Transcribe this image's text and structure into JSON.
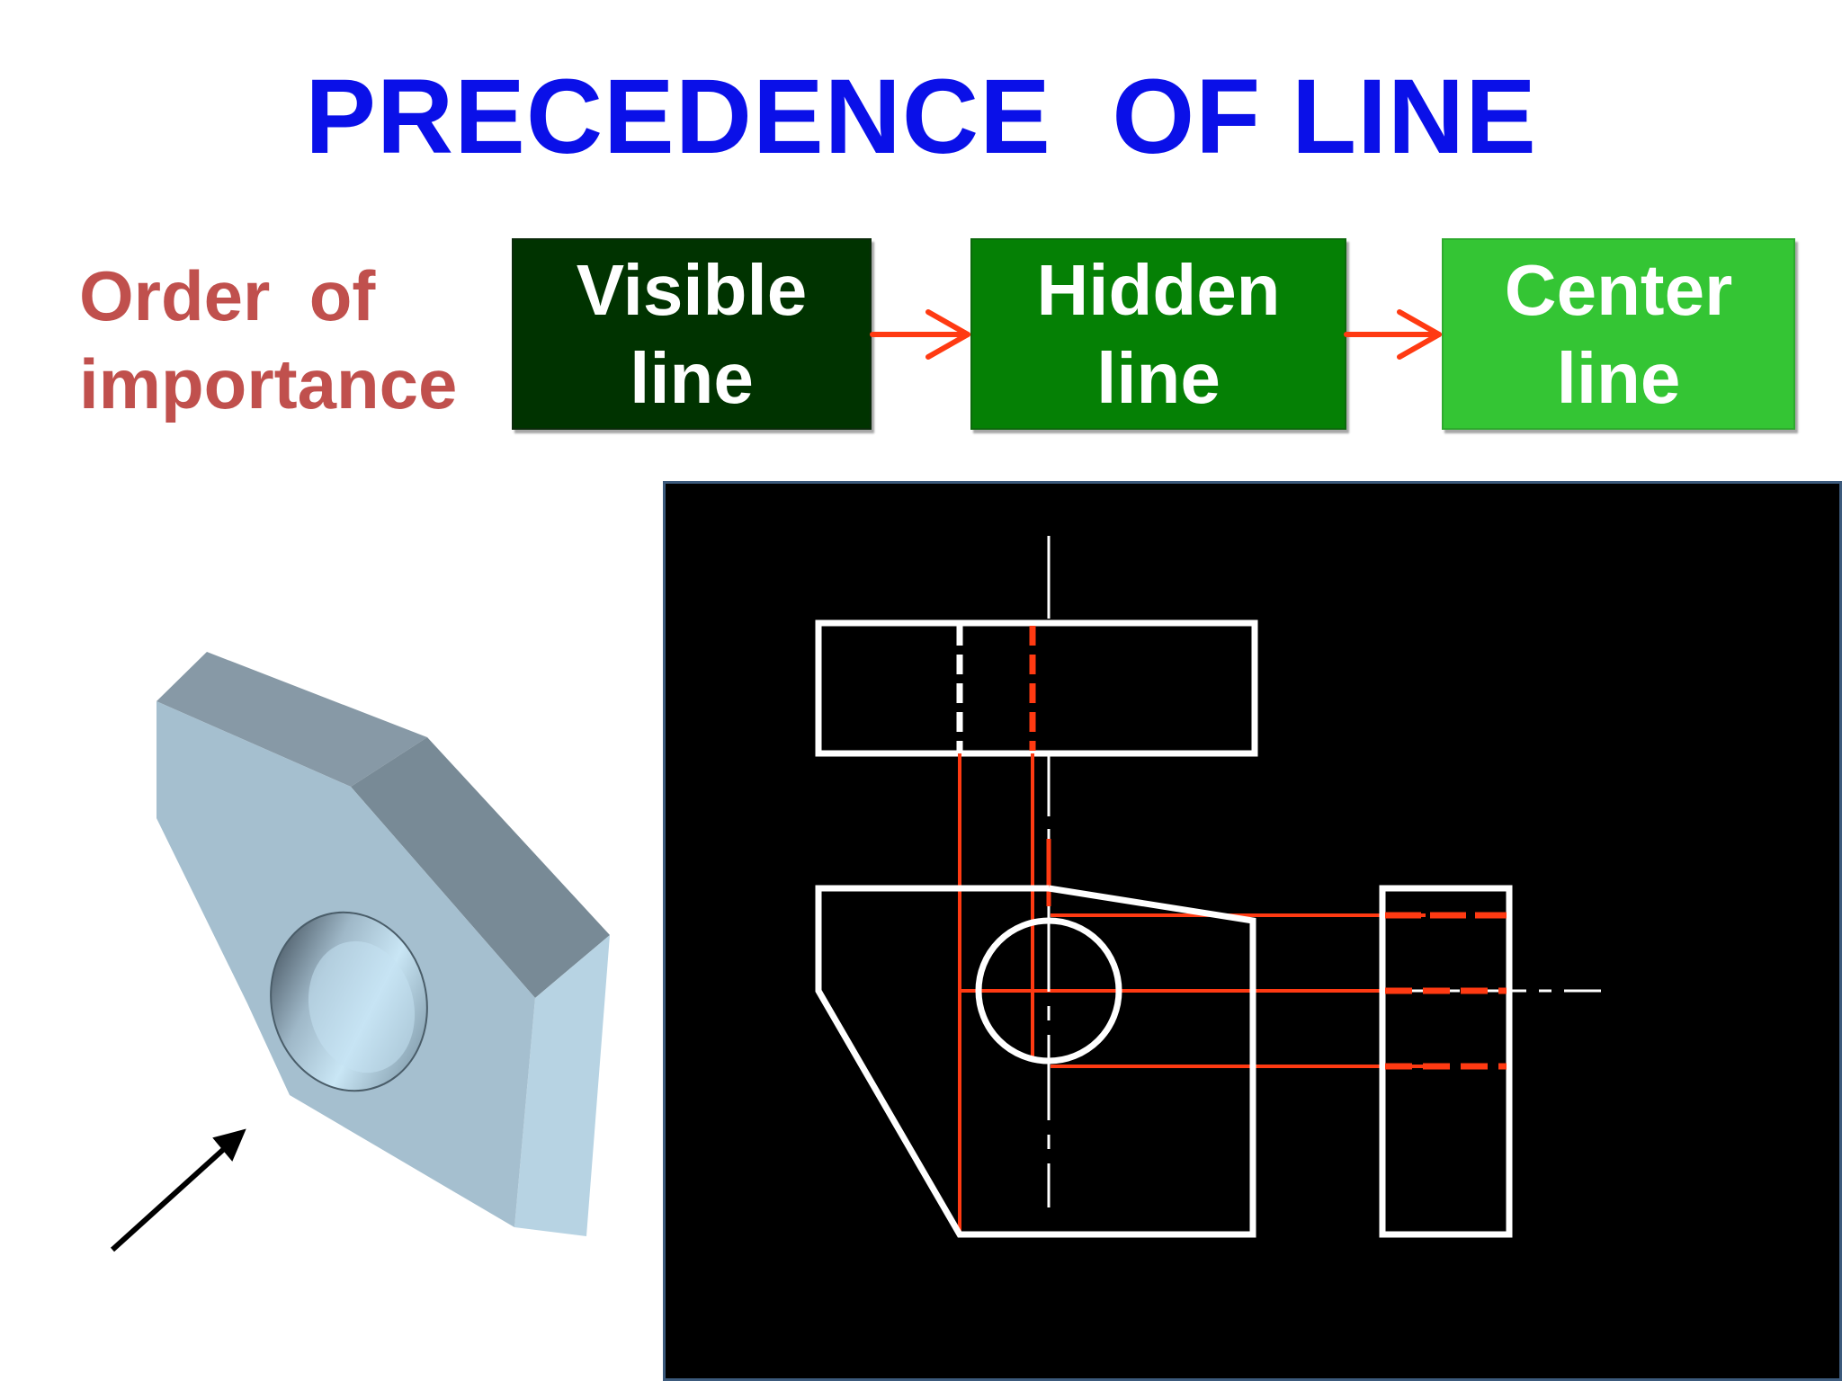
{
  "title": "PRECEDENCE  OF LINE",
  "order": {
    "label_line1": "Order  of",
    "label_line2": "importance",
    "label_color": "#c0504d",
    "boxes": [
      {
        "line1": "Visible",
        "line2": "line",
        "color": "#003300"
      },
      {
        "line1": "Hidden",
        "line2": "line",
        "color": "#058005"
      },
      {
        "line1": "Center",
        "line2": "line",
        "color": "#34c534"
      }
    ],
    "arrow_color": "#ff3a12"
  },
  "drawing": {
    "background": "#000000",
    "visible_line_color": "#ffffff",
    "projection_line_color": "#ff3a12"
  },
  "part_view": {
    "description_icon": "hexagonal-block-with-hole",
    "arrow_icon": "view-direction-arrow"
  }
}
